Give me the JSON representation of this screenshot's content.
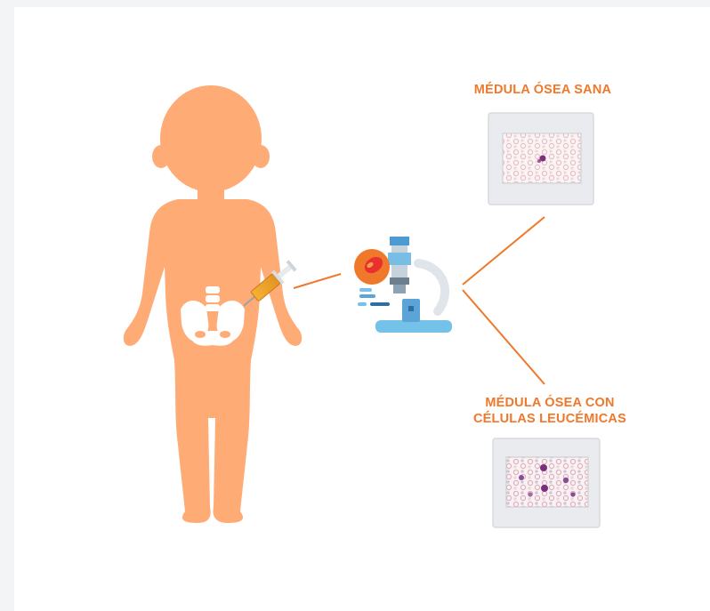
{
  "labels": {
    "healthy_marrow": "MÉDULA ÓSEA SANA",
    "leukemic_marrow_line1": "MÉDULA ÓSEA CON",
    "leukemic_marrow_line2": "CÉLULAS LEUCÉMICAS"
  },
  "icons": {
    "child": "child-silhouette-icon",
    "pelvis": "pelvis-bone-icon",
    "syringe": "syringe-icon",
    "microscope": "microscope-icon",
    "slide_healthy": "microscope-slide-icon",
    "slide_leukemic": "microscope-slide-icon"
  },
  "colors": {
    "accent": "#f0782a",
    "body": "#ffab76",
    "bone": "#ffffff",
    "slide_frame": "#eceef0",
    "cell_healthy": "#e9b9c0",
    "cell_leukemic": "#7b2d7e"
  }
}
